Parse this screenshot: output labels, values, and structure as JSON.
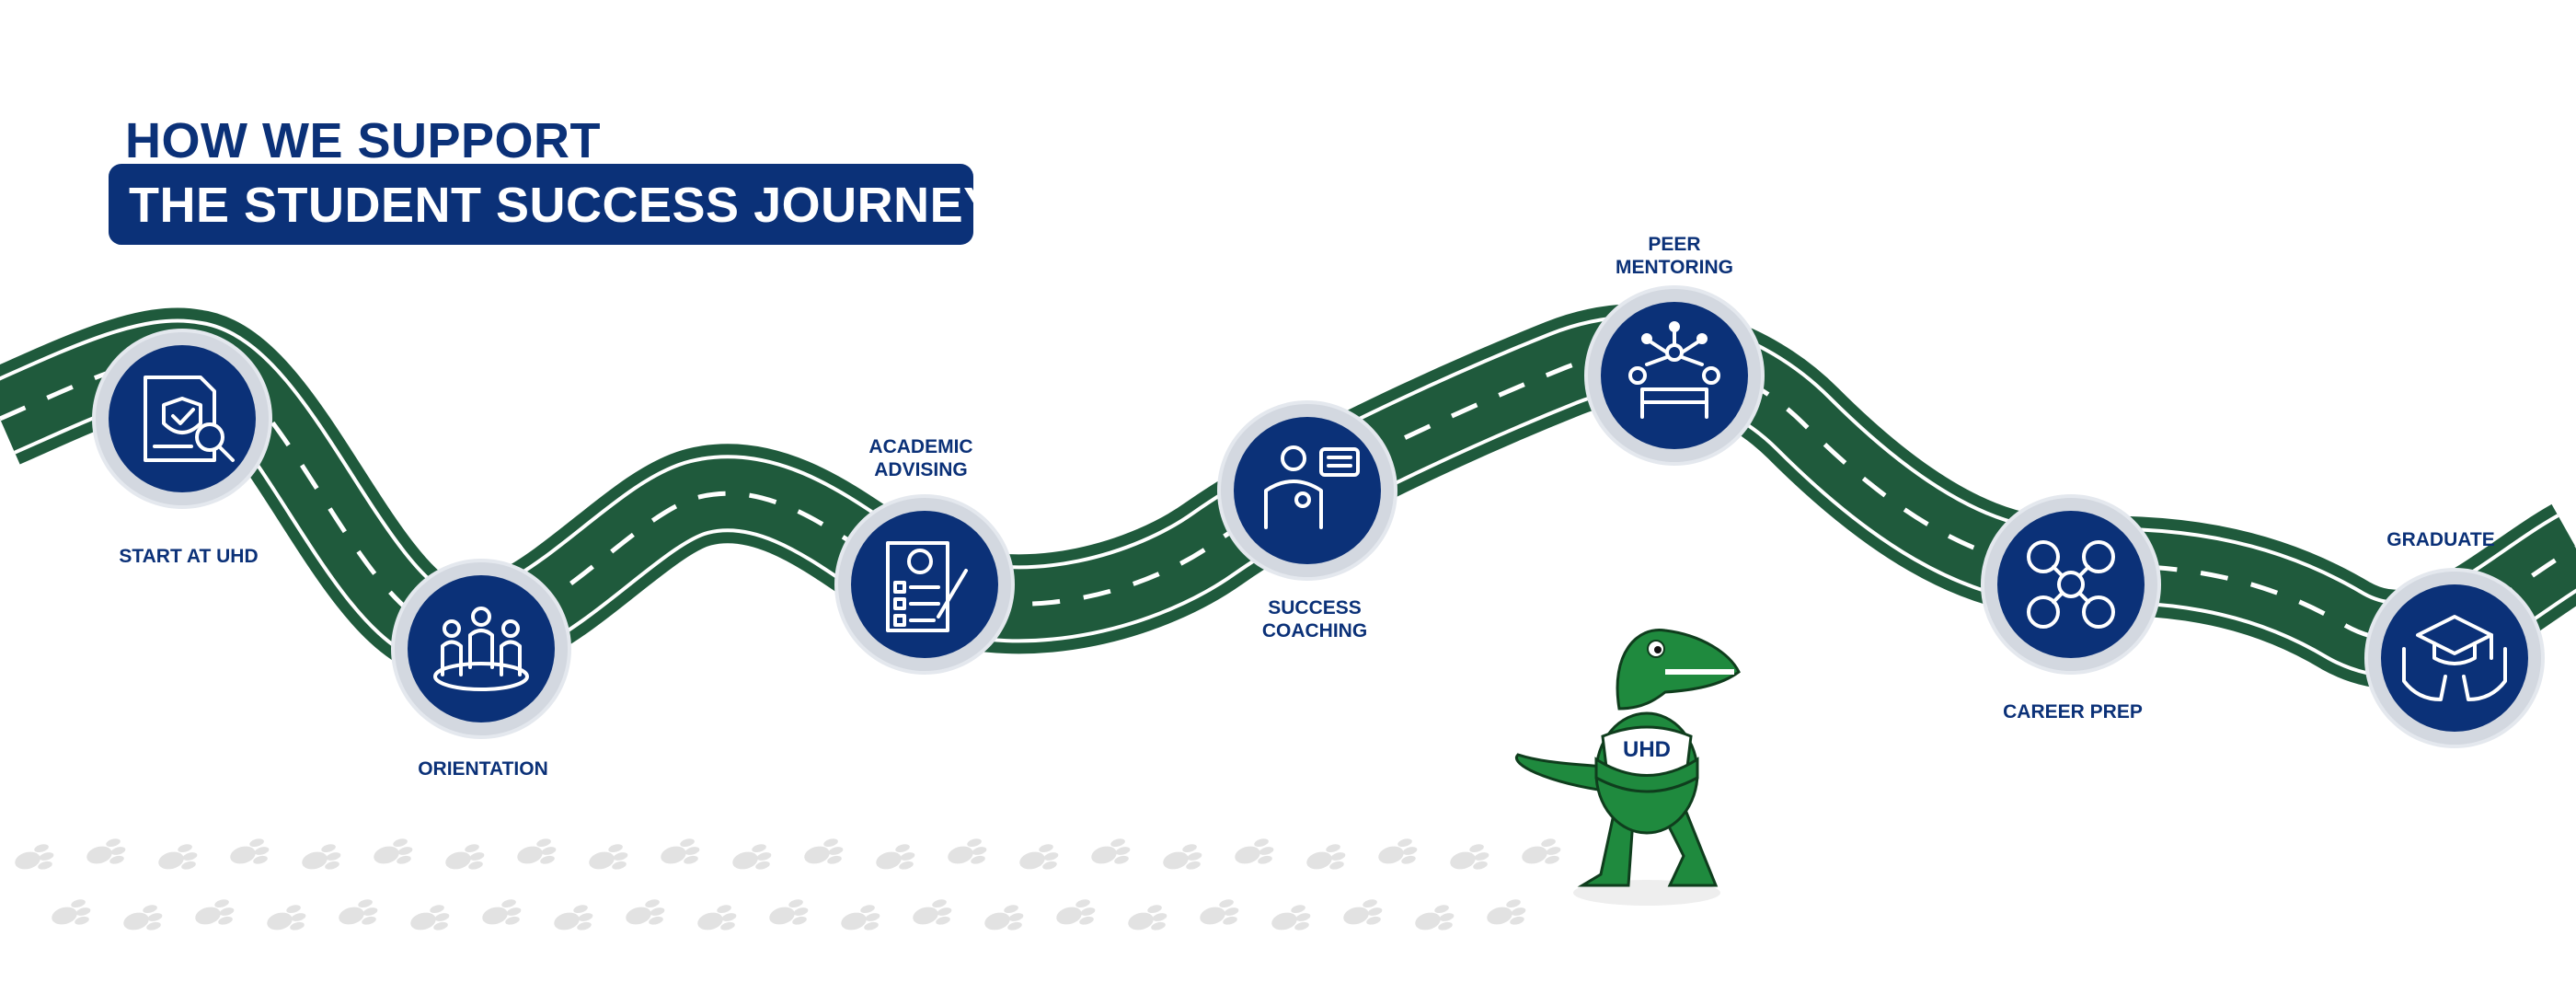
{
  "heading": {
    "line1": "HOW WE SUPPORT",
    "line2": "THE STUDENT SUCCESS JOURNEY"
  },
  "colors": {
    "navy": "#0b3178",
    "road": "#1f5a3c",
    "ring": "#d3d8e0",
    "footprint": "#e2e2e2",
    "gator": "#1f8a3e"
  },
  "stops": [
    {
      "label": "START AT UHD",
      "icon": "document-shield-search-icon"
    },
    {
      "label": "ORIENTATION",
      "icon": "group-people-icon"
    },
    {
      "label": "ACADEMIC\nADVISING",
      "icon": "checklist-gear-icon"
    },
    {
      "label": "SUCCESS\nCOACHING",
      "icon": "coach-speech-icon"
    },
    {
      "label": "PEER\nMENTORING",
      "icon": "network-meeting-icon"
    },
    {
      "label": "CAREER PREP",
      "icon": "career-network-icon"
    },
    {
      "label": "GRADUATE",
      "icon": "graduation-cap-hands-icon"
    }
  ],
  "mascot": {
    "shirt_text": "UHD",
    "icon": "gator-mascot-icon"
  }
}
